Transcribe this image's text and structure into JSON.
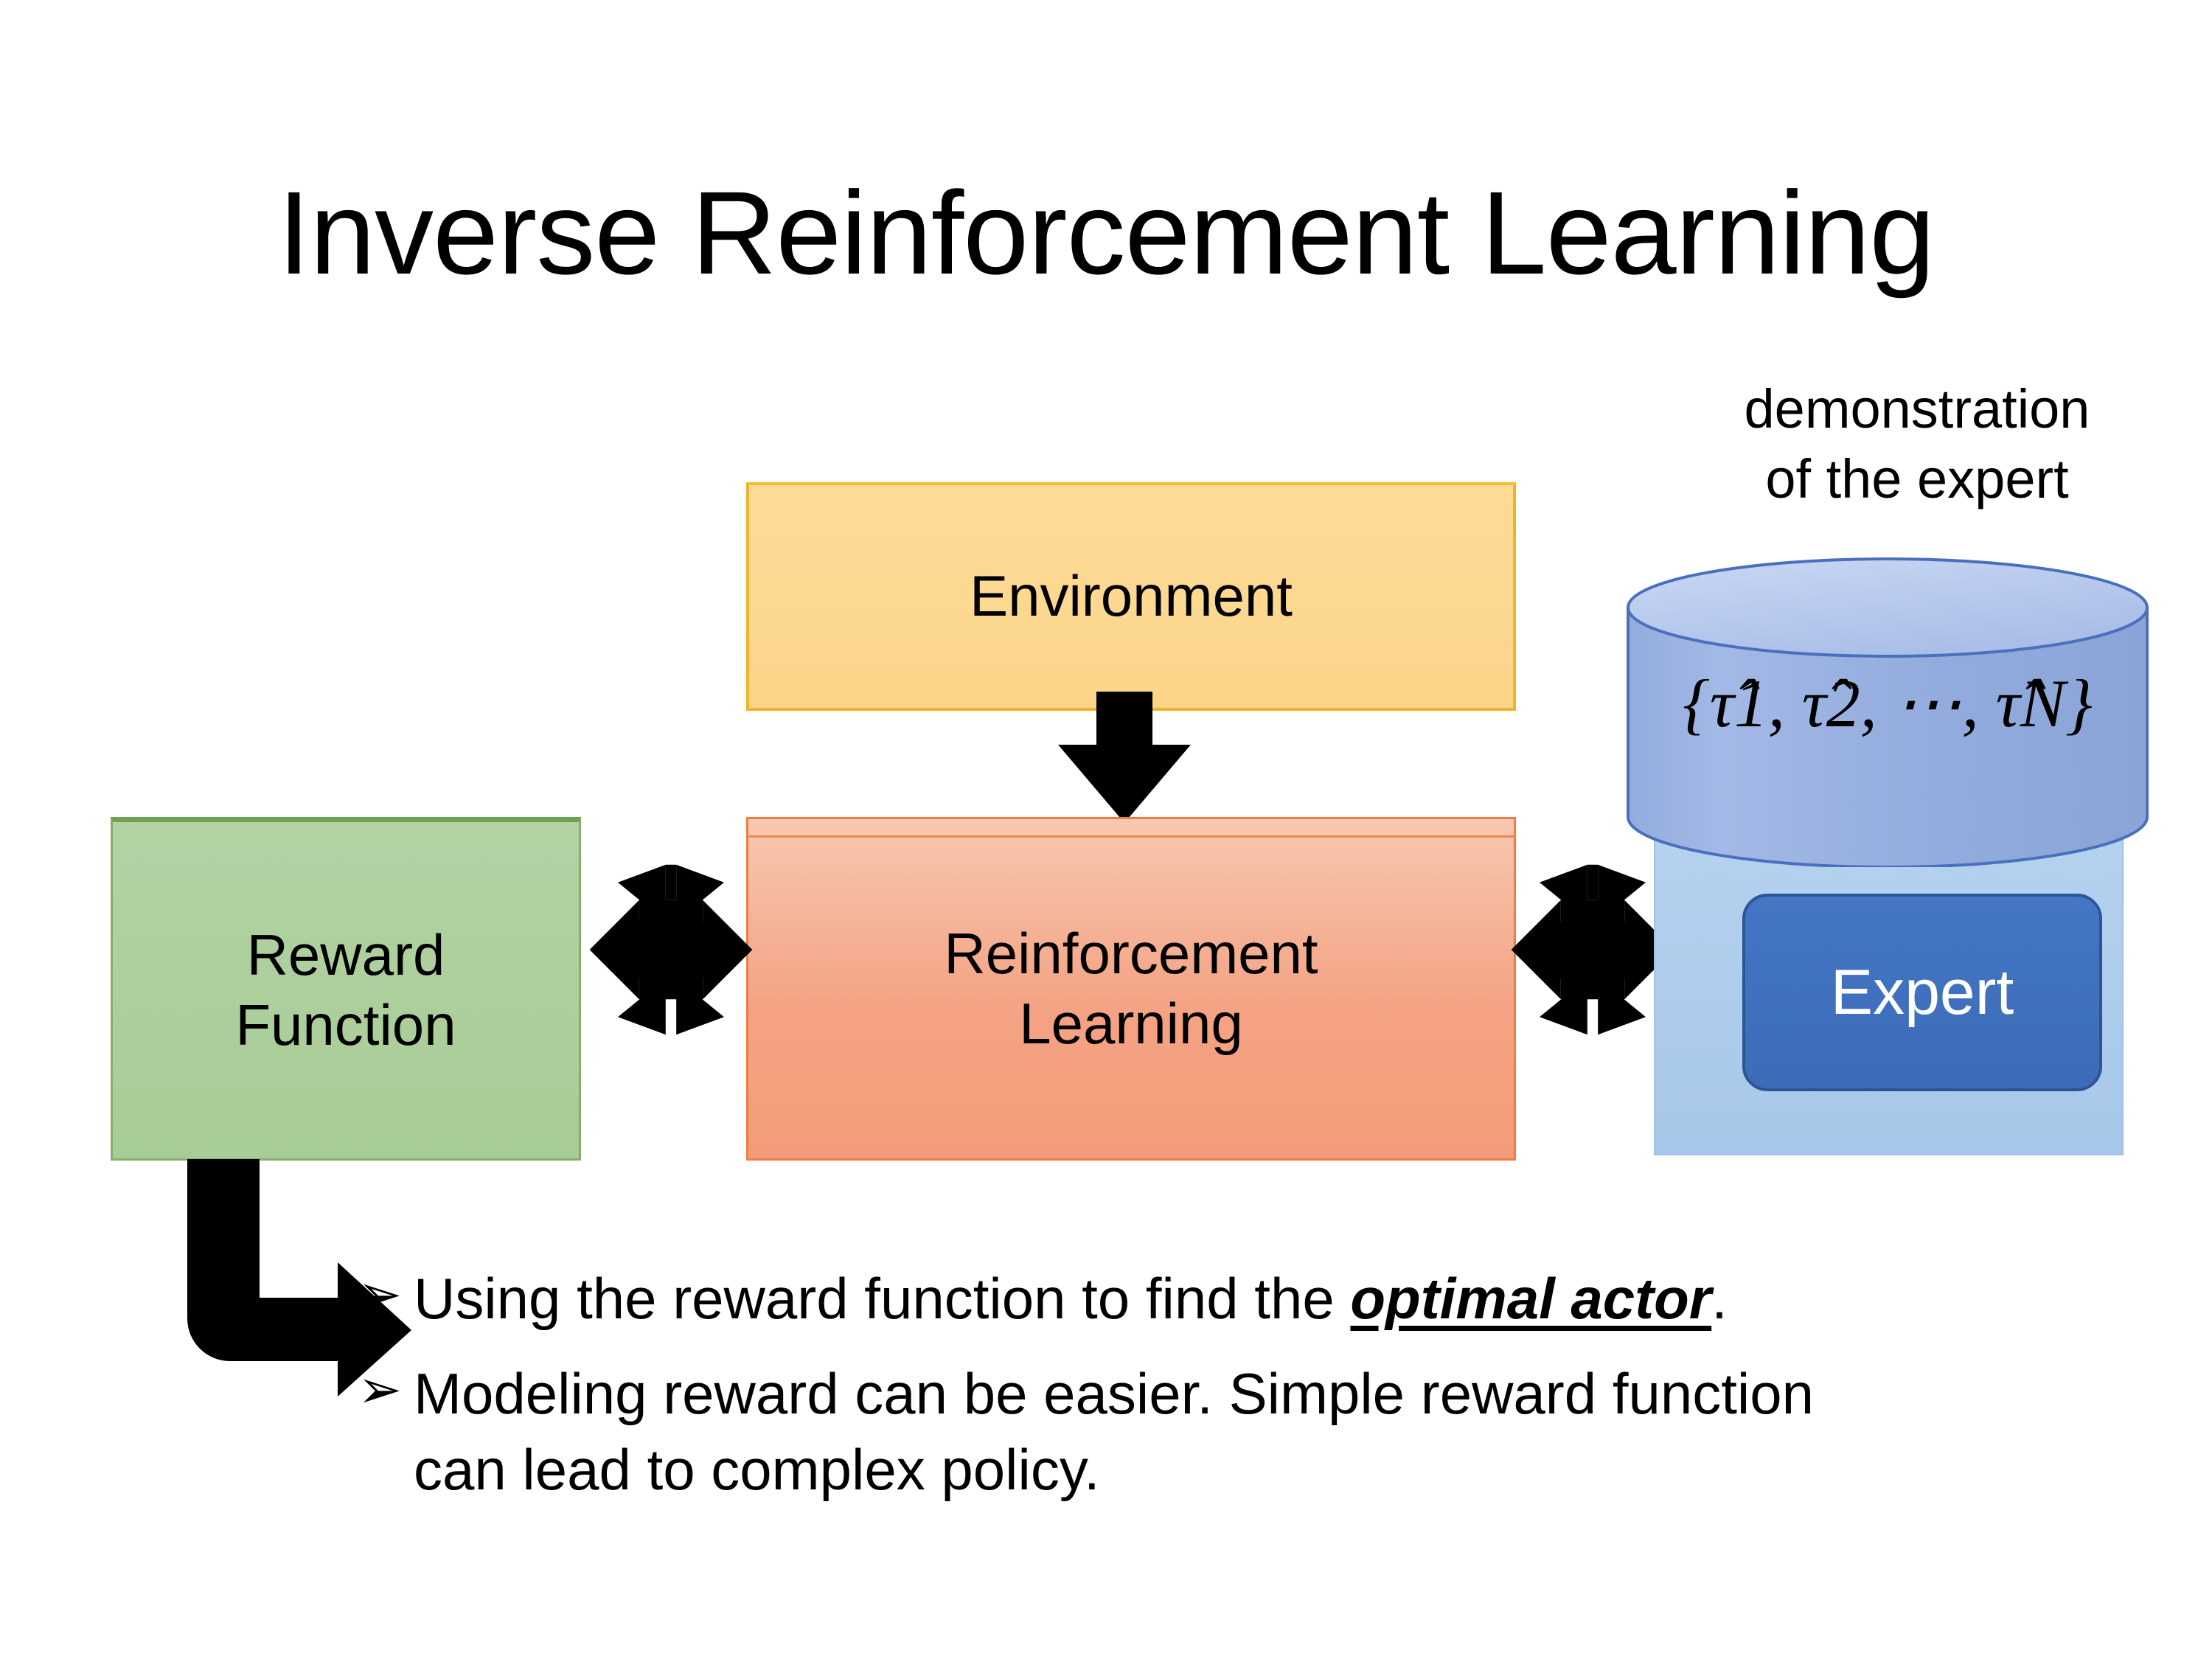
{
  "slide": {
    "title": "Inverse Reinforcement Learning",
    "background_color": "#FFFFFF"
  },
  "diagram": {
    "nodes": [
      {
        "id": "environment",
        "label": "Environment",
        "fill_color": "#FCD489",
        "border_color": "#F0B429",
        "text_color": "#000000"
      },
      {
        "id": "reinforcement-learning",
        "label": "Reinforcement Learning",
        "label_line1": "Reinforcement",
        "label_line2": "Learning",
        "fill_color": "#F4A384",
        "border_color": "#ED7D43",
        "text_color": "#000000"
      },
      {
        "id": "reward-function",
        "label": "Reward Function",
        "label_line1": "Reward",
        "label_line2": "Function",
        "fill_color": "#A8CC96",
        "border_color": "#6FA24E",
        "text_color": "#000000"
      },
      {
        "id": "expert",
        "label": "Expert",
        "fill_color": "#4476C4",
        "border_color": "#2D5596",
        "text_color": "#FFFFFF"
      }
    ],
    "demonstration": {
      "caption_line1": "demonstration",
      "caption_line2": "of the expert",
      "cylinder_label": "{τ̂1, τ̂2, ⋯, τ̂N}",
      "cylinder_fill_color": "#9BB2E0",
      "cylinder_top_color": "#C4D4F0",
      "cylinder_border_color": "#4A6FBF",
      "panel_fill_color": "#A7C7EA",
      "trajectory_symbols": [
        "τ̂₁",
        "τ̂₂",
        "⋯",
        "τ̂ₙ"
      ]
    },
    "connectors": [
      {
        "id": "environment-to-rl",
        "type": "down-arrow",
        "from": "environment",
        "to": "reinforcement-learning",
        "color": "#000000"
      },
      {
        "id": "reward-to-rl",
        "type": "quad-arrow",
        "from": "reward-function",
        "to": "reinforcement-learning",
        "color": "#000000"
      },
      {
        "id": "rl-to-expert",
        "type": "quad-arrow",
        "from": "reinforcement-learning",
        "to": "expert",
        "color": "#000000"
      },
      {
        "id": "reward-to-bullets",
        "type": "elbow-arrow",
        "from": "reward-function",
        "to": "bullet-list",
        "color": "#000000"
      }
    ]
  },
  "bullets": {
    "marker": "➢",
    "items": [
      {
        "prefix": "Using the reward function to find the ",
        "emphasis": "optimal actor",
        "suffix": "."
      },
      {
        "prefix": "Modeling reward can be easier. Simple reward function can lead to complex policy.",
        "emphasis": "",
        "suffix": ""
      }
    ]
  }
}
